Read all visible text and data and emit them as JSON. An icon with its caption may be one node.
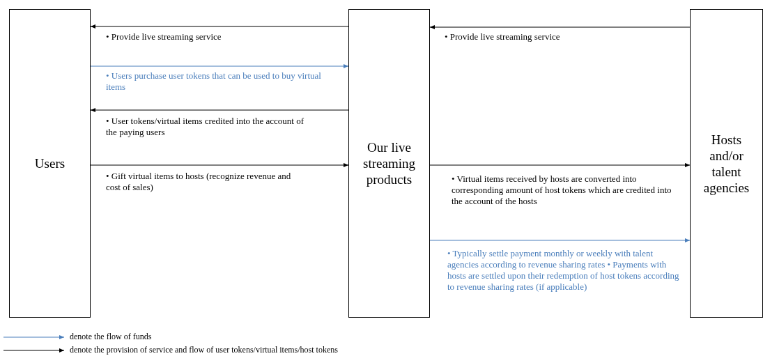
{
  "diagram": {
    "nodes": [
      {
        "text": [
          "Users"
        ]
      },
      {
        "text": [
          "Our live streaming products"
        ]
      },
      {
        "text": [
          "Hosts and/or talent agencies"
        ]
      }
    ],
    "edges": [
      {
        "from": 1,
        "to": 0,
        "arrow": "to",
        "label": "• Provide live streaming service"
      },
      {
        "from": 0,
        "to": 1,
        "arrow": "to",
        "label": "• Users purchase user tokens that can be used to buy virtual items",
        "color": "#4a7ebb"
      },
      {
        "from": 1,
        "to": 0,
        "arrow": "to",
        "label": "• User tokens/virtual items credited into the account of the paying users"
      },
      {
        "from": 0,
        "to": 1,
        "arrow": "to",
        "label": "• Gift virtual items to hosts (recognize revenue and cost of sales)"
      },
      {
        "from": 2,
        "to": 1,
        "arrow": "to",
        "label": "• Provide live streaming service"
      },
      {
        "from": 1,
        "to": 2,
        "arrow": "to",
        "label": "• Virtual items received by hosts are converted into corresponding amount of host tokens which are credited into the account of the hosts"
      },
      {
        "from": 1,
        "to": 2,
        "arrow": "to",
        "label": "• Typically settle payment monthly or weekly with talent agencies according to revenue sharing rates • Payments with hosts are settled upon their redemption of host tokens according to revenue sharing rates (if applicable)",
        "color": "#4a7ebb"
      }
    ],
    "legend": [
      {
        "text": "denote the flow of funds"
      },
      {
        "text": "denote the provision of service and flow of user tokens/virtual items/host tokens"
      }
    ]
  }
}
